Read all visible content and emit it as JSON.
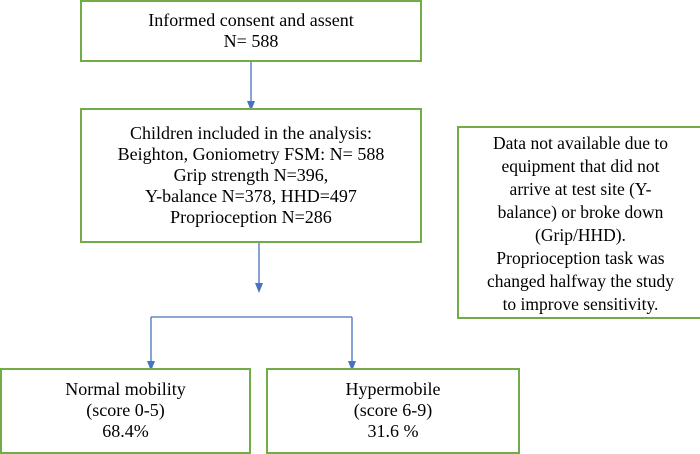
{
  "diagram": {
    "accent_color": "#70ad47",
    "arrow_color": "#4472c4",
    "boxes": {
      "consent": {
        "lines": [
          "Informed consent and assent",
          "N= 588"
        ]
      },
      "analysis": {
        "lines": [
          "Children included in the analysis:",
          "Beighton, Goniometry FSM: N= 588",
          "Grip strength N=396,",
          "Y-balance N=378, HHD=497",
          "Proprioception N=286"
        ]
      },
      "note": {
        "lines": [
          "Data not available due to",
          "equipment that did not",
          "arrive at test site (Y-",
          "balance) or broke down",
          "(Grip/HHD).",
          "Proprioception task was",
          "changed halfway the study",
          "to improve sensitivity."
        ]
      },
      "normal": {
        "lines": [
          "Normal mobility",
          "(score 0-5)",
          "68.4%"
        ]
      },
      "hyper": {
        "lines": [
          "Hypermobile",
          "(score 6-9)",
          "31.6 %"
        ]
      }
    }
  }
}
